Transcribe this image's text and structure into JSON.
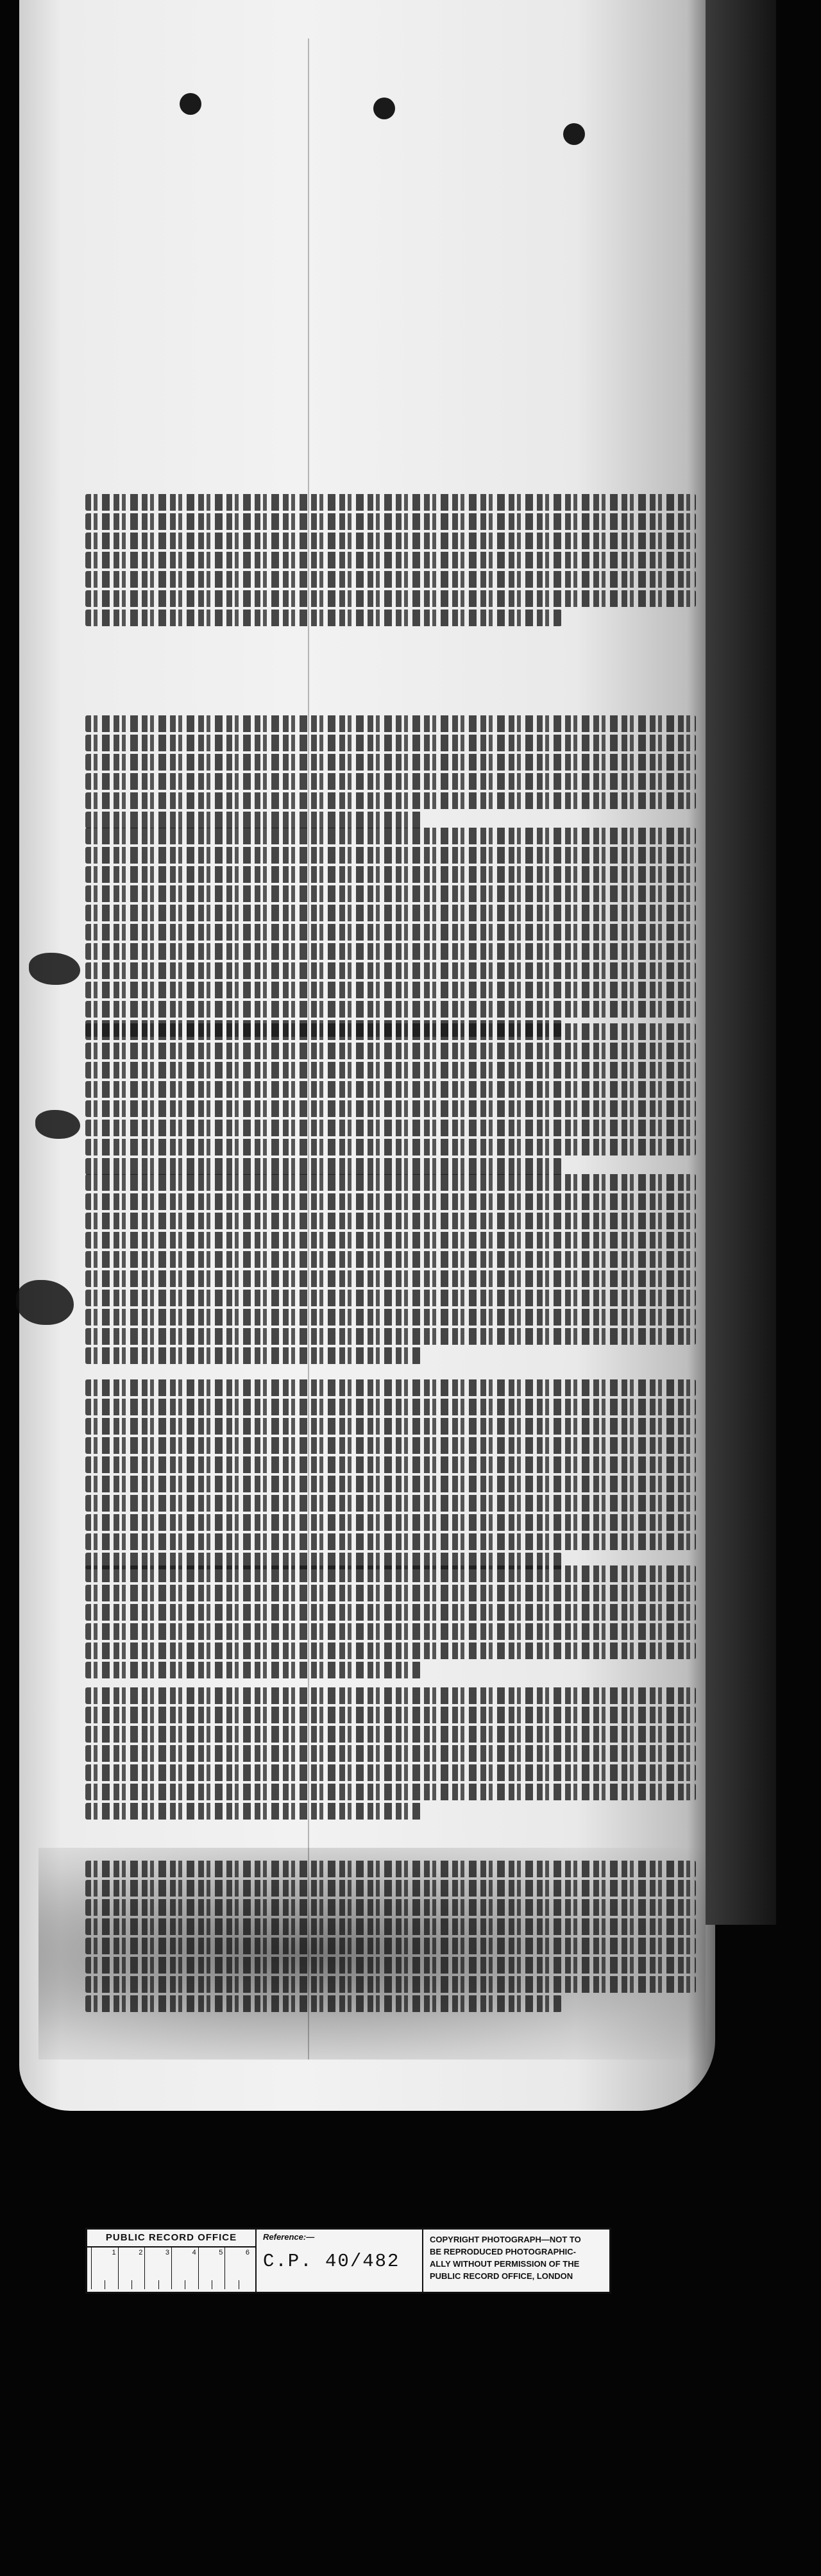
{
  "stamp": {
    "office": "PUBLIC RECORD OFFICE",
    "ruler_marks": [
      "1",
      "2",
      "3",
      "4",
      "5",
      "6"
    ],
    "reference_label": "Reference:—",
    "reference_value": "C.P. 40/482",
    "copyright_lines": [
      "COPYRIGHT PHOTOGRAPH—NOT TO",
      "BE REPRODUCED PHOTOGRAPHIC-",
      "ALLY WITHOUT PERMISSION OF THE",
      "PUBLIC RECORD OFFICE, LONDON"
    ]
  },
  "colors": {
    "parchment": "#ececec",
    "ink": "#1b1b1b",
    "background": "#050505"
  }
}
